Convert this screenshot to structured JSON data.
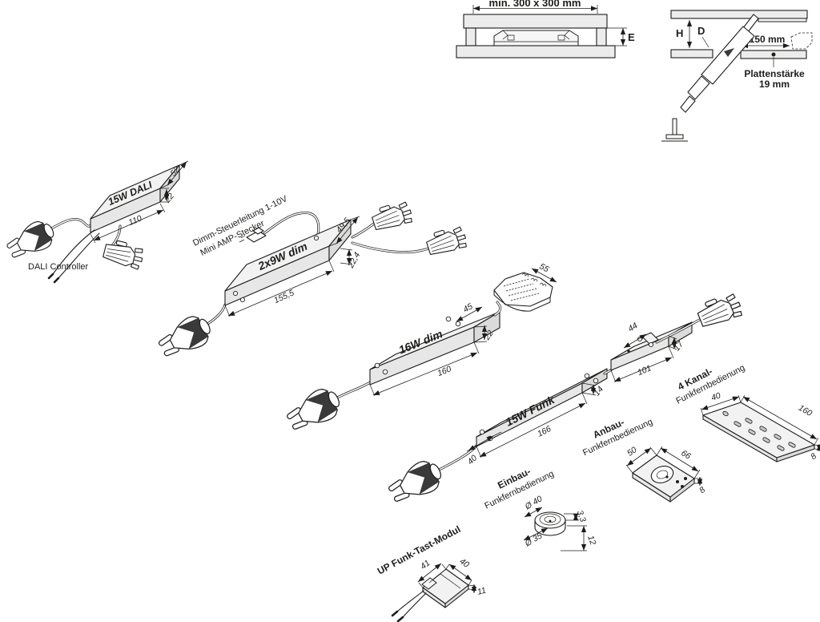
{
  "colors": {
    "line": "#1d1d1b",
    "body_fill": "#ececec",
    "background": "#ffffff"
  },
  "panel_diagram": {
    "min_size": "min. 300 x 300 mm",
    "recess_depth": "E"
  },
  "drill_diagram": {
    "height": "H",
    "diameter": "D",
    "distance": "150 mm",
    "thickness_line1": "Plattenstärke",
    "thickness_line2": "19 mm"
  },
  "dali_driver": {
    "name": "15W DALI",
    "depth": "52",
    "height": "22",
    "length": "110",
    "caption": "DALI Controller"
  },
  "dim_driver_2x9": {
    "name": "2x9W dim",
    "note_line1": "Dimm-Steuerleitung 1-10V",
    "note_line2": "Mini AMP-Stecker",
    "depth": "49,5",
    "height": "22,4",
    "length": "155,5"
  },
  "dim_driver_16": {
    "name": "16W dim",
    "depth": "45",
    "height": "22",
    "length": "160",
    "distributor_width": "55"
  },
  "funk_driver": {
    "name": "15W Funk",
    "depth": "40",
    "height": "14",
    "length": "166"
  },
  "funk_receiver": {
    "depth": "44",
    "height": "17",
    "length": "101"
  },
  "anbau_remote": {
    "label_line1": "Anbau-",
    "label_line2": "Funkfernbedienung",
    "width": "50",
    "length": "66",
    "height": "8"
  },
  "kanal_remote": {
    "label_line1": "4 Kanal-",
    "label_line2": "Funkfernbedienung",
    "width": "40",
    "length": "160",
    "height": "8"
  },
  "einbau_remote": {
    "label_line1": "Einbau-",
    "label_line2": "Funkfernbedienung",
    "outer_dia": "Ø 40",
    "inner_dia": "Ø 35",
    "lip_height": "3,3",
    "height": "12"
  },
  "up_module": {
    "name": "UP Funk-Tast-Modul",
    "width": "41",
    "depth": "40",
    "height": "11"
  }
}
